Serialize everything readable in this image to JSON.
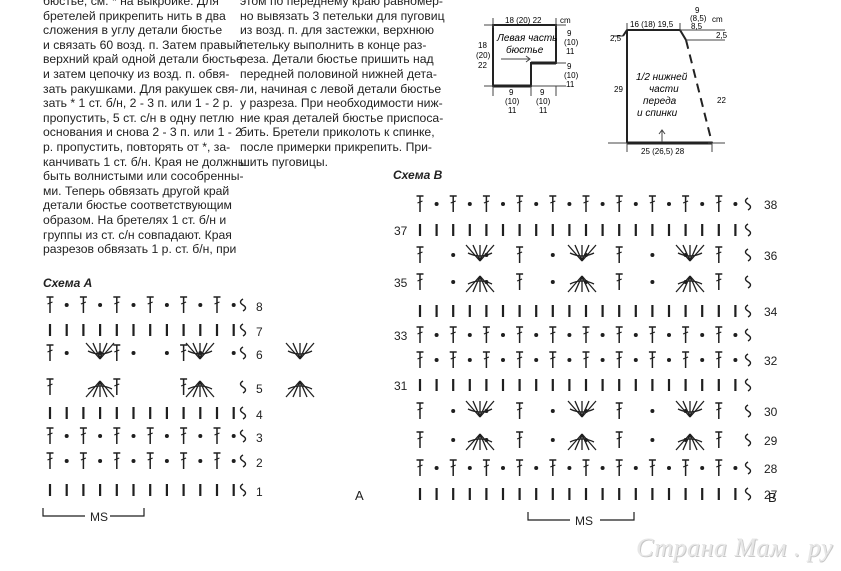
{
  "text_col1": [
    "бюстье, см. * на выкройке. Для",
    "бретелей прикрепить нить в два",
    "сложения в углу детали бюстье",
    "и связать 60 возд. п. Затем правый",
    "верхний край одной детали бюстье",
    "и затем цепочку из возд. п. обвя-",
    "зать ракушками. Для ракушек свя-",
    "зать * 1 ст. б/н, 2 - 3 п. или 1 - 2 р.",
    "пропустить, 5 ст. с/н в одну петлю",
    "основания и снова 2 - 3 п. или 1 - 2",
    "р. пропустить, повторять от *, за-",
    "канчивать 1 ст. б/н. Края не должны",
    "быть волнистыми или сособренны-",
    "ми. Теперь обвязать другой край",
    "детали бюстье соответствующим",
    "образом. На бретелях 1 ст. б/н и",
    "группы из ст. с/н совпадают. Края",
    "разрезов обвязать 1 р. ст. б/н, при"
  ],
  "text_col2": [
    "этом по переднему краю равномер-",
    "но вывязать 3 петельки для пуговиц",
    "из возд. п. для застежки, верхнюю",
    "петельку выполнить в конце раз-",
    "реза. Детали бюстье пришить над",
    "передней половиной нижней детa-",
    "ли, начиная с левой детали бюстье",
    "у разреза. При необходимости ниж-",
    "ние края деталей бюстье приспосa-",
    "бить. Бретели приколоть к спинке,",
    "после примерки прикрепить. При-",
    "шить пуговицы."
  ],
  "schema_a": {
    "title": "Схема А",
    "letter": "A",
    "ms": "MS",
    "row_numbers": [
      "8",
      "7",
      "6",
      "5",
      "4",
      "3",
      "2",
      "1"
    ]
  },
  "schema_b": {
    "title": "Схема В",
    "letter": "B",
    "ms": "MS",
    "row_numbers": [
      "38",
      "37",
      "36",
      "35",
      "34",
      "33",
      "32",
      "31",
      "30",
      "29",
      "28",
      "27"
    ]
  },
  "pattern1": {
    "title_line1": "Левая часть",
    "title_line2": "бюстье",
    "unit": "cm",
    "top_dims": "18 (20) 22",
    "left_dims": [
      "18",
      "(20)",
      "22"
    ],
    "right_top": [
      "9",
      "(10)",
      "11"
    ],
    "right_bottom": [
      "9",
      "(10)",
      "11"
    ],
    "bottom_left": [
      "9",
      "(10)",
      "11"
    ],
    "bottom_right": [
      "9",
      "(10)",
      "11"
    ]
  },
  "pattern2": {
    "title_line1": "1/2 нижней",
    "title_line2": "части",
    "title_line3": "переда",
    "title_line4": "и спинки",
    "unit": "cm",
    "top_dims": "16 (18) 19,5",
    "top_right": [
      "9",
      "(8,5)",
      "8,5"
    ],
    "side_left": "2,5",
    "side_right": "2,5",
    "height_left": "29",
    "height_right": "22",
    "bottom_dims": "25 (26,5) 28"
  },
  "watermark": "Страна Мам . ру"
}
